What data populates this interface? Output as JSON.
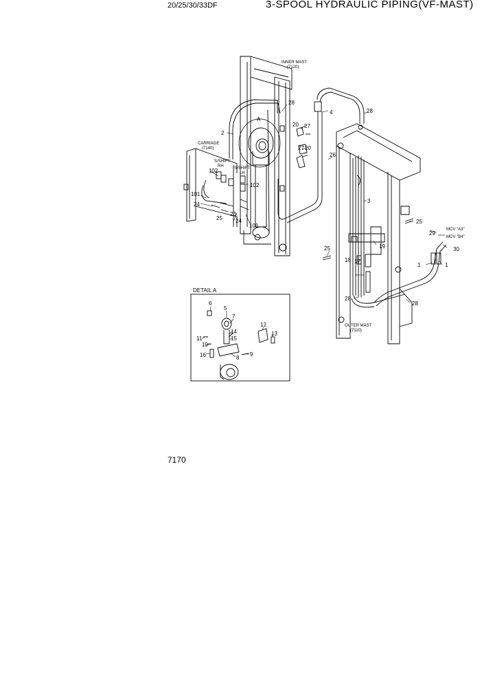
{
  "header": {
    "model": "20/25/30/33DF",
    "title": "3-SPOOL HYDRAULIC PIPING(VF-MAST)"
  },
  "page_number": "7170",
  "assemblies": {
    "inner_mast": [
      "INNER MAST",
      "(7120)"
    ],
    "carriage": [
      "CARRIAGE",
      "(7140)"
    ],
    "outer_mast": [
      "OUTER MAST",
      "(7110)"
    ],
    "sideshift_rh": [
      "S/SHIFT",
      "RH"
    ],
    "sideshift_lh": [
      "S/SHIFT",
      "LH"
    ],
    "mcv_a3": "MCV \"A3\"",
    "mcv_b4": "MCV \"B4\""
  },
  "detail": {
    "title": "DETAIL A",
    "callout_letter": "A"
  },
  "callouts": {
    "c28a": "28",
    "c28b": "28",
    "c28c": "28",
    "c28d": "28",
    "c2": "2",
    "c4": "4",
    "c3": "3",
    "c20a": "20",
    "c20b": "20",
    "c27a": "27",
    "c27b": "27",
    "c26": "26",
    "c102a": "102",
    "c102b": "102",
    "c101a": "101",
    "c101b": "101",
    "c24a": "24",
    "c24b": "24",
    "c25a": "25",
    "c25b": "25",
    "c25c": "25",
    "c23": "23",
    "c19": "19",
    "c18": "18",
    "c17": "17",
    "c1a": "1",
    "c1b": "1",
    "c29": "29",
    "c30": "30",
    "d6": "6",
    "d5": "5",
    "d7": "7",
    "d14": "14",
    "d15": "15",
    "d12": "12",
    "d13": "13",
    "d11": "11",
    "d10": "10",
    "d16": "16",
    "d8": "8",
    "d9": "9"
  }
}
